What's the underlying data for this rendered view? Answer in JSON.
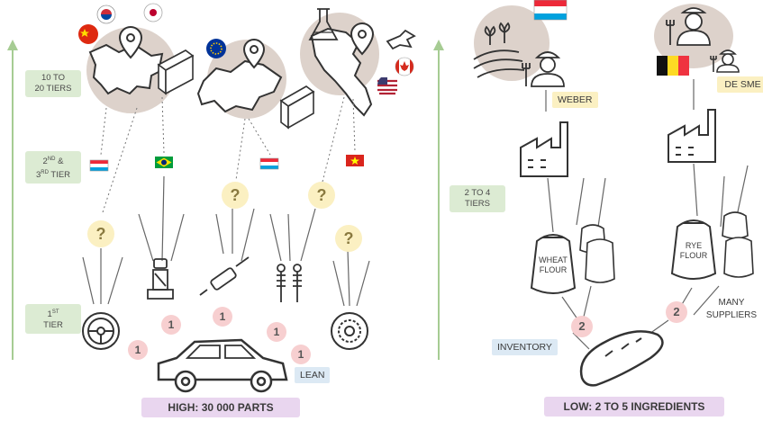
{
  "left": {
    "tiers": {
      "top": {
        "line1": "10 TO",
        "line2": "20 TIERS"
      },
      "mid": {
        "pre1": "2",
        "sup1": "ND",
        "mid1": " &",
        "pre2": "3",
        "sup2": "RD",
        "mid2": " TIER"
      },
      "bottom": {
        "pre1": "1",
        "sup1": "ST",
        "line2": "TIER"
      }
    },
    "question_mark": "?",
    "tier1_marker": "1",
    "lean_label": "LEAN",
    "summary": "HIGH: 30 000 PARTS",
    "icons": [
      "steering-wheel",
      "car-seat",
      "exhaust",
      "shock-absorbers",
      "tire",
      "car",
      "world-map",
      "steel-beam",
      "lab-flask",
      "bird"
    ],
    "flags": [
      "south-korea",
      "japan",
      "china",
      "european-union",
      "canada",
      "usa",
      "luxembourg",
      "brazil",
      "luxembourg",
      "vietnam"
    ]
  },
  "right": {
    "tiers": {
      "line1": "2 TO 4",
      "line2": "TIERS"
    },
    "weber_label": "WEBER",
    "desme_label": "DE SME",
    "wheat_line1": "WHEAT",
    "wheat_line2": "FLOUR",
    "rye_line1": "RYE",
    "rye_line2": "FLOUR",
    "tier2_marker": "2",
    "inventory_label": "INVENTORY",
    "many_line1": "MANY",
    "many_line2": "SUPPLIERS",
    "summary": "LOW: 2 TO 5 INGREDIENTS",
    "icons": [
      "field",
      "farmer",
      "factory",
      "flour-sack",
      "bread"
    ],
    "flags": [
      "luxembourg",
      "belgium"
    ]
  },
  "colors": {
    "green_box": "#dcebd3",
    "arrow_green": "#a6cc93",
    "question_yellow": "#fbf0c2",
    "marker_pink": "#f7cfd0",
    "summary_purple": "#e9d6ef",
    "tag_yellow": "#fbf0c2",
    "tag_blue": "#dce9f4",
    "blob_gray": "#ddd2cb",
    "line_gray": "#666666"
  }
}
